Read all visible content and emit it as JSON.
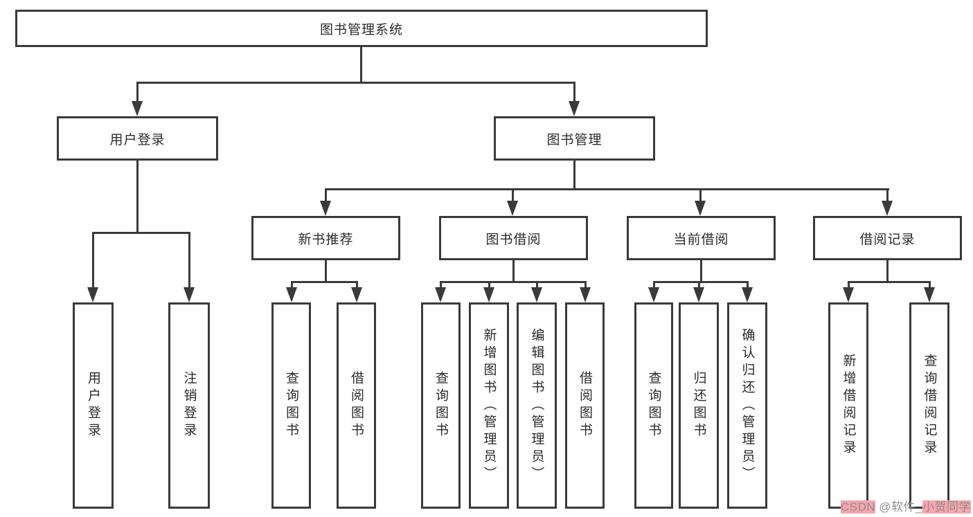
{
  "tree": {
    "root": {
      "label": "图书管理系统"
    },
    "branches": [
      {
        "label": "用户登录",
        "leaves": [
          {
            "label": "用户登录"
          },
          {
            "label": "注销登录"
          }
        ]
      },
      {
        "label": "图书管理",
        "sections": [
          {
            "label": "新书推荐",
            "leaves": [
              {
                "label": "查询图书"
              },
              {
                "label": "借阅图书"
              }
            ]
          },
          {
            "label": "图书借阅",
            "leaves": [
              {
                "label": "查询图书"
              },
              {
                "label": "新增图书（管理员）"
              },
              {
                "label": "编辑图书（管理员）"
              },
              {
                "label": "借阅图书"
              }
            ]
          },
          {
            "label": "当前借阅",
            "leaves": [
              {
                "label": "查询图书"
              },
              {
                "label": "归还图书"
              },
              {
                "label": "确认归还（管理员）"
              }
            ]
          },
          {
            "label": "借阅记录",
            "leaves": [
              {
                "label": "新增借阅记录"
              },
              {
                "label": "查询借阅记录"
              }
            ]
          }
        ]
      }
    ]
  },
  "watermark": {
    "prefix": "CSDN",
    "middle": " @软件_",
    "suffix": "小贺同学"
  },
  "colors": {
    "line": "#3a3a3a",
    "box_border": "#3a3a3a",
    "text": "#2b2b2b",
    "background": "#ffffff",
    "watermark_text": "#8d8d8d",
    "watermark_highlight": "#f8a5ad"
  }
}
